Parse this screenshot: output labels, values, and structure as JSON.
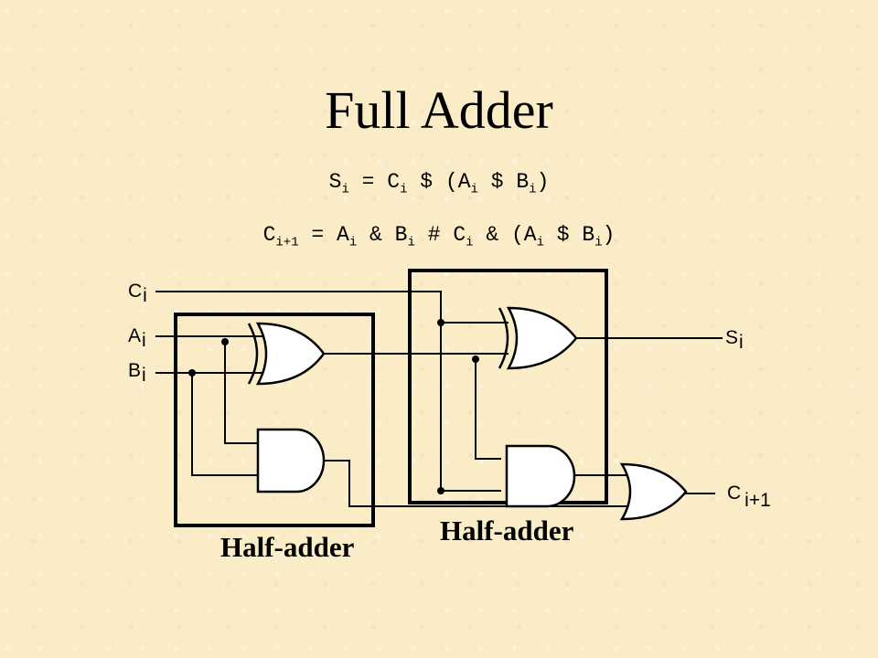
{
  "title": "Full Adder",
  "equations": {
    "sum": {
      "lhs": "S",
      "lhs_sub": "i",
      "eq": " = ",
      "c": "C",
      "c_sub": "i",
      "op1": " $ (",
      "a": "A",
      "a_sub": "i",
      "op2": " $ ",
      "b": "B",
      "b_sub": "i",
      "close": ")"
    },
    "carry": {
      "lhs": "C",
      "lhs_sub": "i+1",
      "eq": " = ",
      "a": "A",
      "a_sub": "i",
      "op1": " & ",
      "b": "B",
      "b_sub": "i",
      "op2": " # ",
      "c": "C",
      "c_sub": "i",
      "op3": " & (",
      "a2": "A",
      "a2_sub": "i",
      "op4": " $ ",
      "b2": "B",
      "b2_sub": "i",
      "close": ")"
    }
  },
  "signals": {
    "c_in": {
      "name": "C",
      "sub": "i"
    },
    "a_in": {
      "name": "A",
      "sub": "i"
    },
    "b_in": {
      "name": "B",
      "sub": "i"
    },
    "s_out": {
      "name": "S",
      "sub": "i"
    },
    "c_out": {
      "name": "C",
      "sub": "i+1"
    }
  },
  "half_adders": [
    {
      "label": "Half-adder"
    },
    {
      "label": "Half-adder"
    }
  ]
}
